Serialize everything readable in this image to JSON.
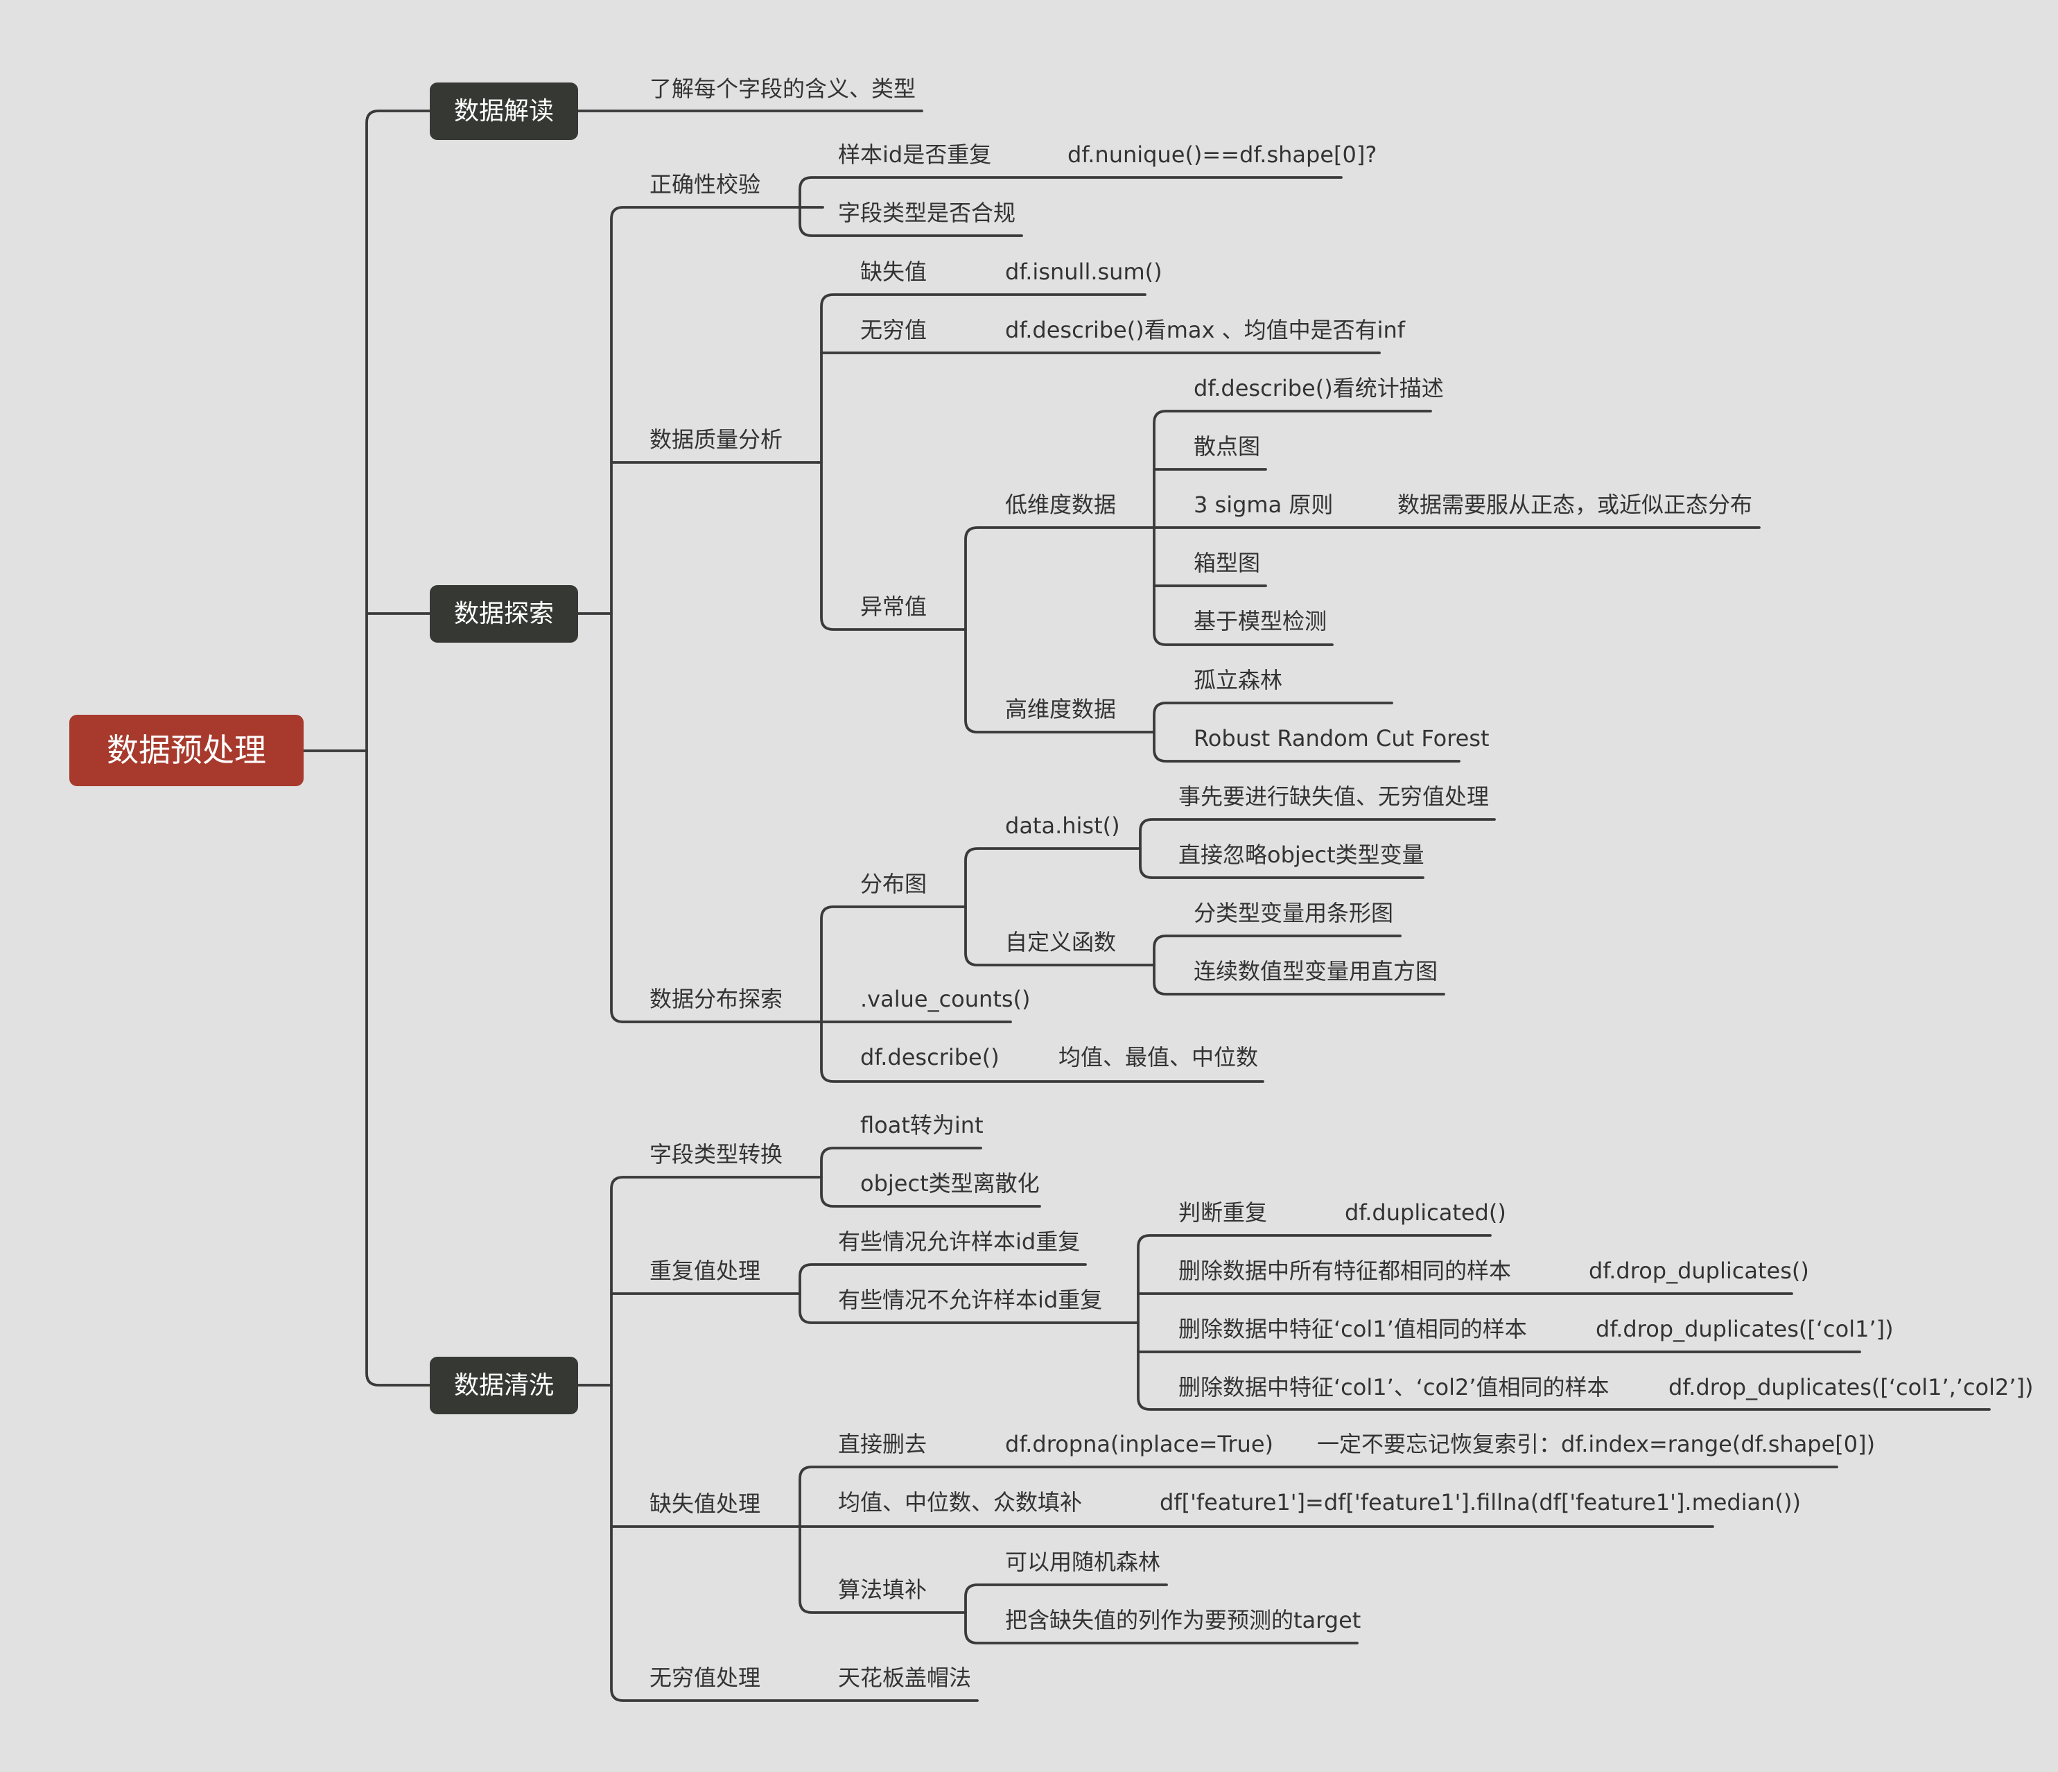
{
  "root": "数据预处理",
  "interpretation": {
    "label": "数据解读",
    "meaning": "了解每个字段的含义、类型"
  },
  "exploration": {
    "label": "数据探索",
    "correctness": {
      "label": "正确性校验",
      "dup_id": "样本id是否重复",
      "dup_id_code": "df.nunique()==df.shape[0]?",
      "field_type": "字段类型是否合规"
    },
    "quality": {
      "label": "数据质量分析",
      "missing": "缺失值",
      "missing_code": "df.isnull.sum()",
      "infinite": "无穷值",
      "infinite_code": "df.describe()看max 、均值中是否有inf",
      "outlier": {
        "label": "异常值",
        "low_dim": {
          "label": "低维度数据",
          "describe": "df.describe()看统计描述",
          "scatter": "散点图",
          "sigma": "3 sigma 原则",
          "sigma_note": "数据需要服从正态，或近似正态分布",
          "boxplot": "箱型图",
          "model": "基于模型检测"
        },
        "high_dim": {
          "label": "高维度数据",
          "iforest": "孤立森林",
          "rrcf": "Robust Random Cut Forest"
        }
      }
    },
    "distribution": {
      "label": "数据分布探索",
      "dist_plot": {
        "label": "分布图",
        "hist": {
          "label": "data.hist()",
          "pre": "事先要进行缺失值、无穷值处理",
          "ignore": "直接忽略object类型变量"
        },
        "custom": {
          "label": "自定义函数",
          "bar": "分类型变量用条形图",
          "histogram": "连续数值型变量用直方图"
        }
      },
      "value_counts": ".value_counts()",
      "describe": "df.describe()",
      "describe_note": "均值、最值、中位数"
    }
  },
  "cleaning": {
    "label": "数据清洗",
    "type_convert": {
      "label": "字段类型转换",
      "float_int": "float转为int",
      "object_discrete": "object类型离散化"
    },
    "duplicates": {
      "label": "重复值处理",
      "allow": "有些情况允许样本id重复",
      "disallow": "有些情况不允许样本id重复",
      "judge": "判断重复",
      "judge_code": "df.duplicated()",
      "del_all": "删除数据中所有特征都相同的样本",
      "del_all_code": "df.drop_duplicates()",
      "del_col1": "删除数据中特征‘col1’值相同的样本",
      "del_col1_code": "df.drop_duplicates([‘col1’])",
      "del_col12": "删除数据中特征‘col1’、‘col2’值相同的样本",
      "del_col12_code": "df.drop_duplicates([‘col1’,’col2’])"
    },
    "missing": {
      "label": "缺失值处理",
      "drop": "直接删去",
      "drop_code": "df.dropna(inplace=True)",
      "drop_note": "一定不要忘记恢复索引：df.index=range(df.shape[0])",
      "fill_stat": "均值、中位数、众数填补",
      "fill_code": "df['feature1']=df['feature1'].fillna(df['feature1'].median())",
      "algo": "算法填补",
      "rf": "可以用随机森林",
      "target": "把含缺失值的列作为要预测的target"
    },
    "infinite": {
      "label": "无穷值处理",
      "cap": "天花板盖帽法"
    }
  }
}
